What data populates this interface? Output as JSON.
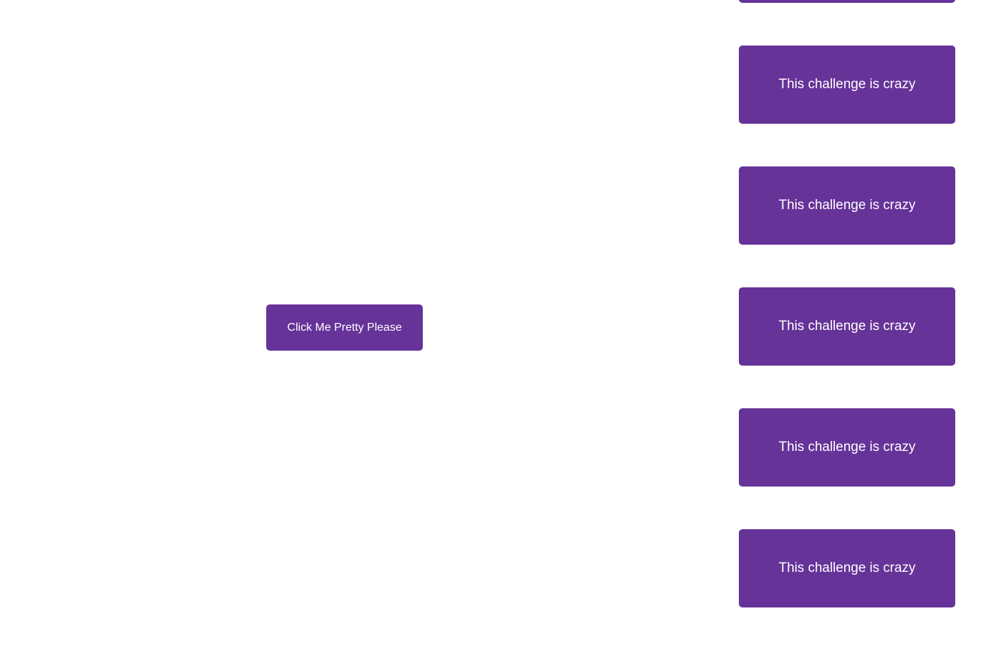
{
  "colors": {
    "button_bg": "#663399",
    "button_text": "#ffffff"
  },
  "main_button": {
    "label": "Click Me Pretty Please"
  },
  "side_buttons": [
    {
      "label": ""
    },
    {
      "label": "This challenge is crazy"
    },
    {
      "label": "This challenge is crazy"
    },
    {
      "label": "This challenge is crazy"
    },
    {
      "label": "This challenge is crazy"
    },
    {
      "label": "This challenge is crazy"
    }
  ]
}
